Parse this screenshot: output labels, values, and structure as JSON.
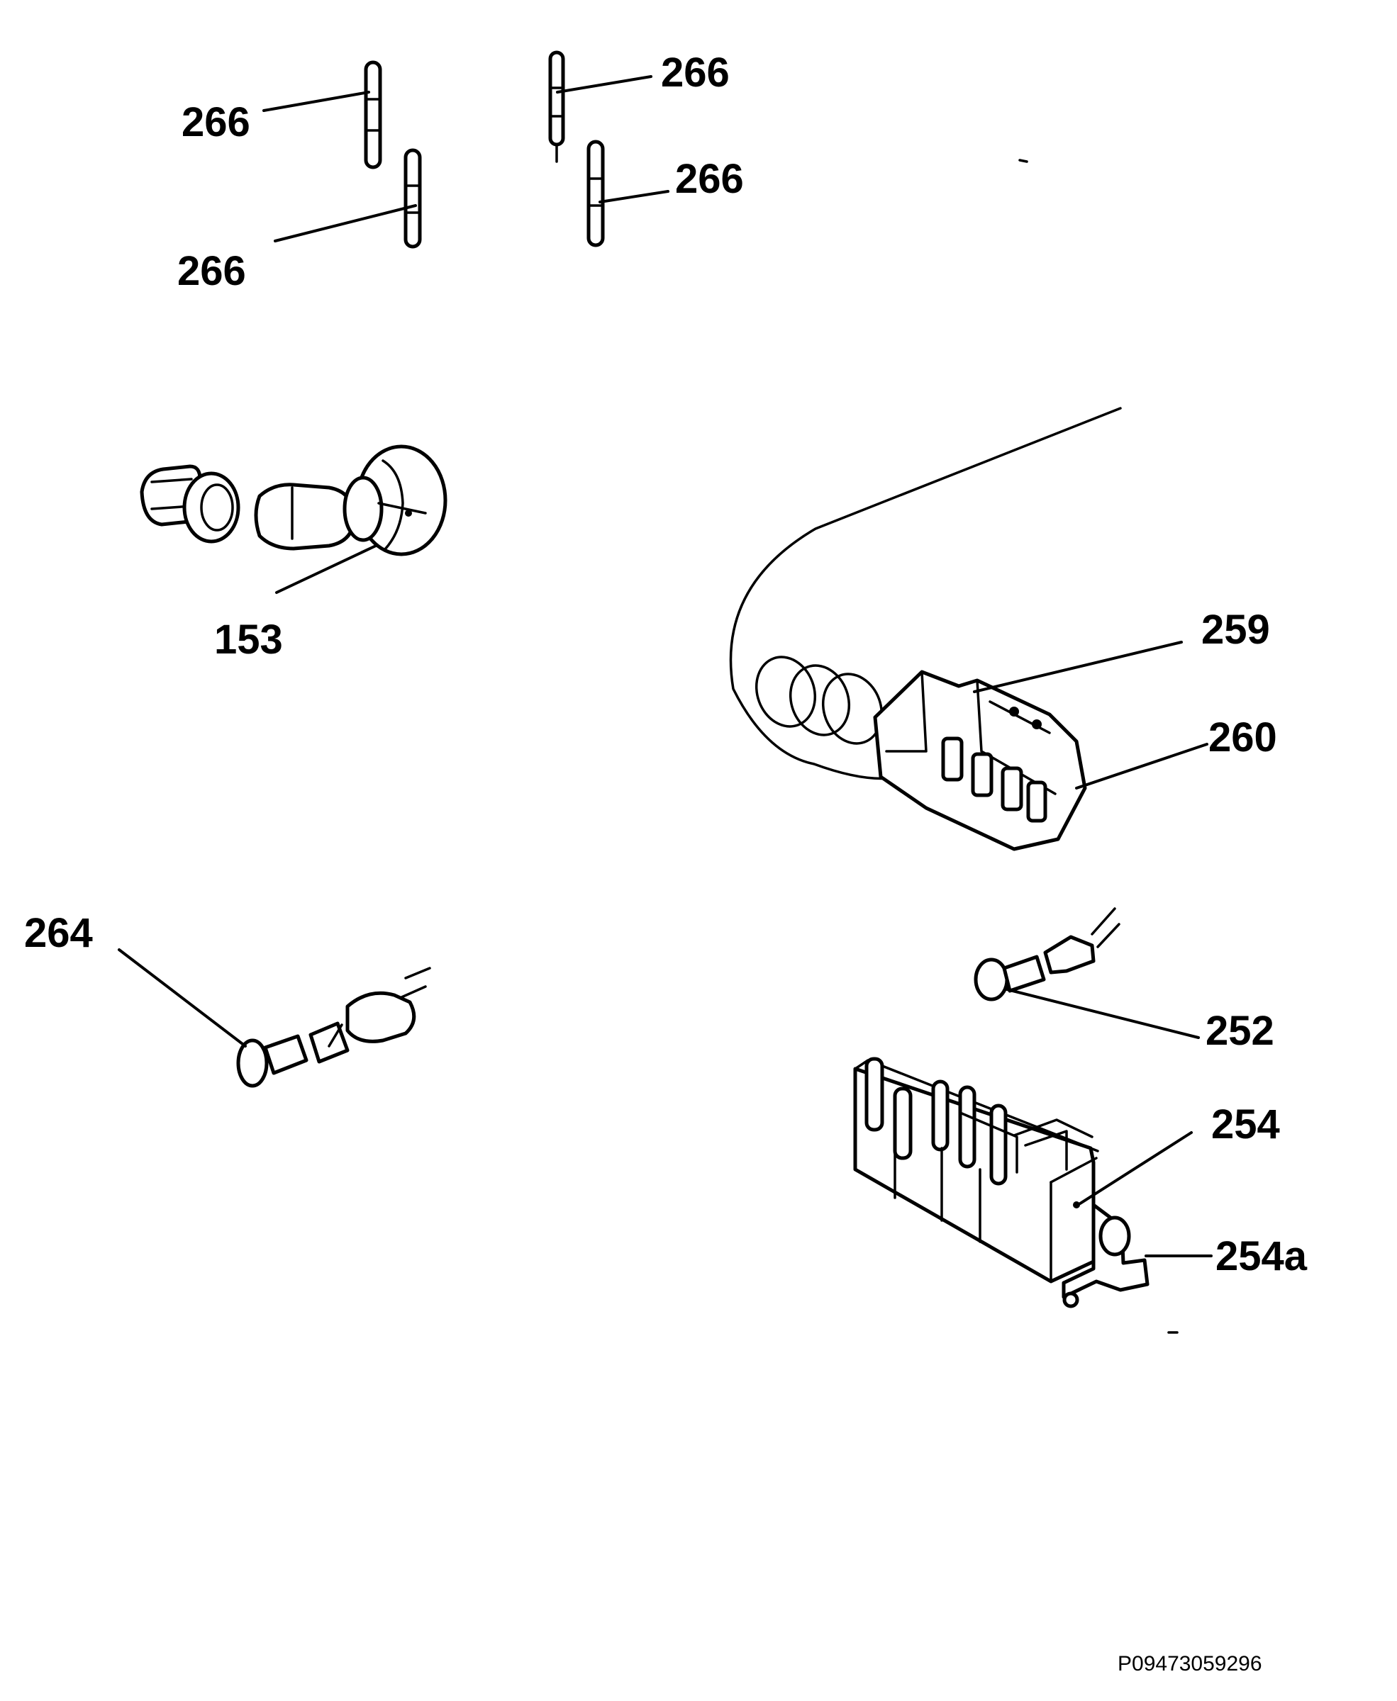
{
  "diagram": {
    "labels": {
      "pin_a": "266",
      "pin_b": "266",
      "pin_c": "266",
      "pin_d": "266",
      "knob": "153",
      "switch_upper": "259",
      "switch_lower": "260",
      "spark_plug": "264",
      "igniter": "252",
      "generator": "254",
      "generator_bracket": "254a"
    },
    "reference_code": "P09473059296"
  }
}
